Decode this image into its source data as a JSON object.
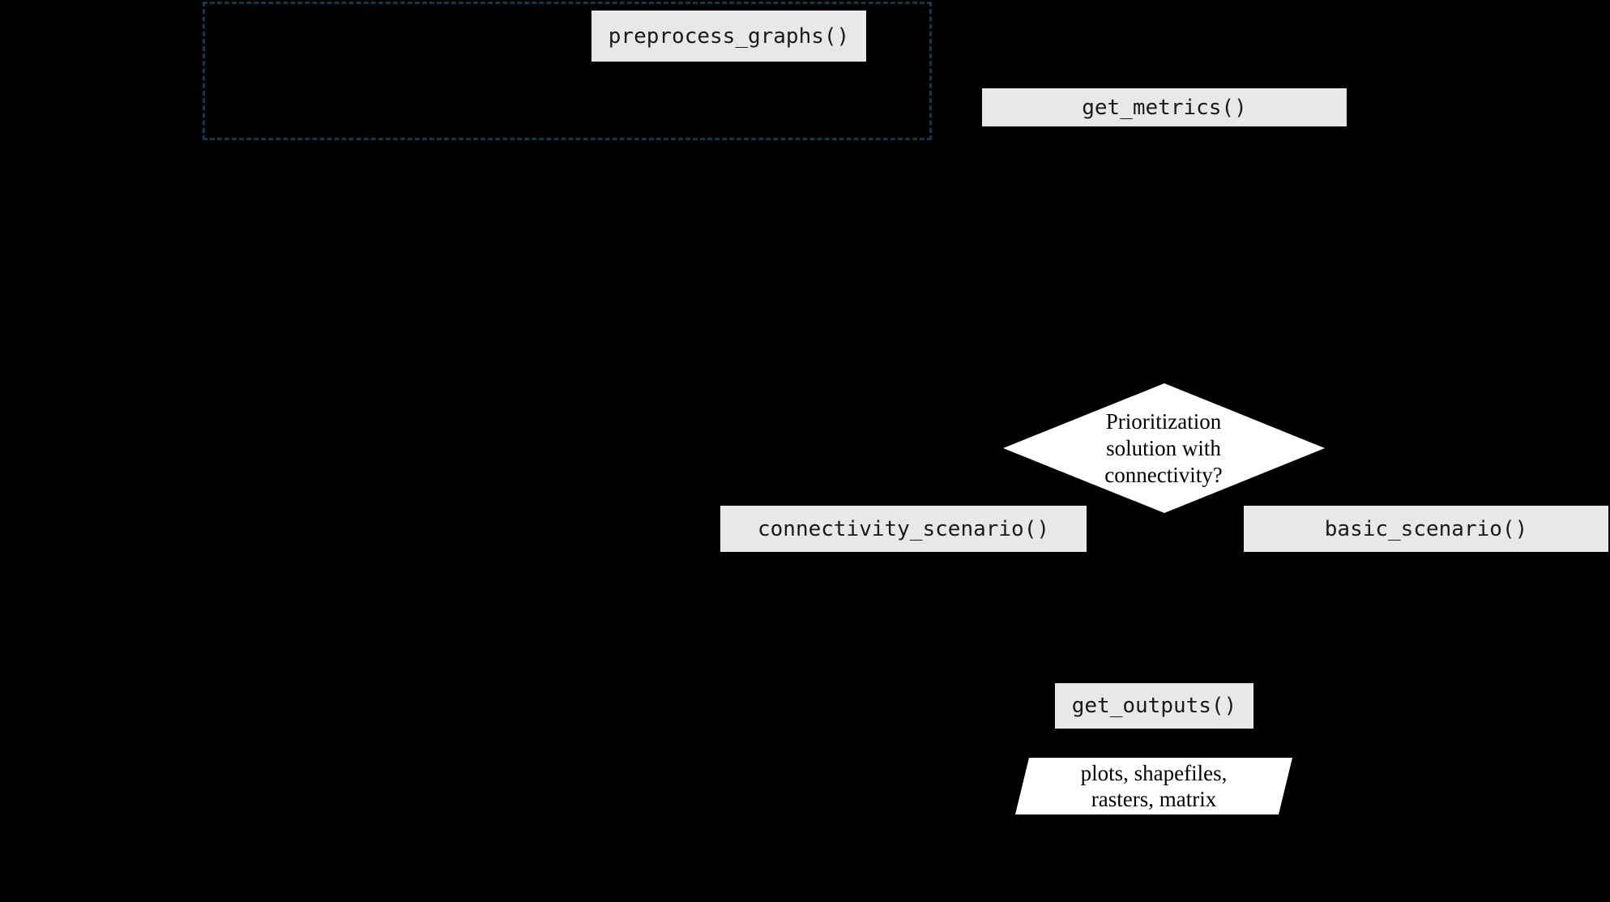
{
  "colors": {
    "background": "#000000",
    "node_fill": "#e8e8e8",
    "node_text": "#1a1a1a",
    "shape_fill": "#ffffff",
    "shape_text": "#000000",
    "group_border": "#15384c"
  },
  "nodes": {
    "preprocess": {
      "label": "preprocess_graphs()"
    },
    "get_metrics": {
      "label": "get_metrics()"
    },
    "connectivity_scenario": {
      "label": "connectivity_scenario()"
    },
    "basic_scenario": {
      "label": "basic_scenario()"
    },
    "get_outputs": {
      "label": "get_outputs()"
    }
  },
  "decision": {
    "lines": [
      "Prioritization",
      "solution with",
      "connectivity?"
    ]
  },
  "io": {
    "lines": [
      "plots, shapefiles,",
      "rasters, matrix"
    ]
  }
}
